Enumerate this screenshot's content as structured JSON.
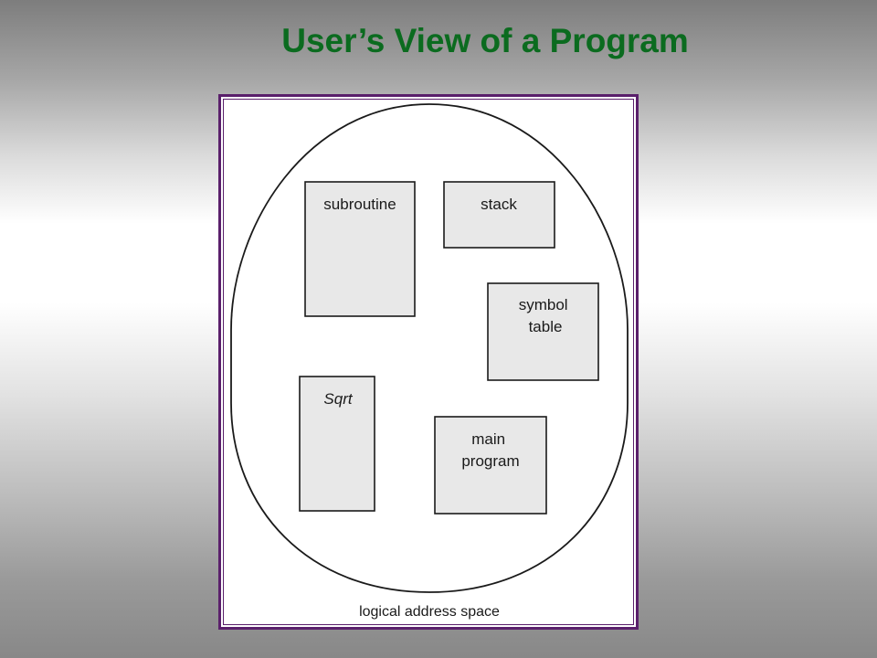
{
  "title": "User’s View of a Program",
  "diagram": {
    "caption": "logical address space",
    "segments": {
      "subroutine": [
        "subroutine"
      ],
      "stack": [
        "stack"
      ],
      "symbol_table": [
        "symbol",
        "table"
      ],
      "sqrt": [
        "Sqrt"
      ],
      "main_program": [
        "main",
        "program"
      ]
    }
  },
  "colors": {
    "title": "#0b6b1f",
    "frame_border": "#5a1f6b",
    "segment_fill": "#e8e8e8",
    "outline": "#1a1a1a"
  }
}
